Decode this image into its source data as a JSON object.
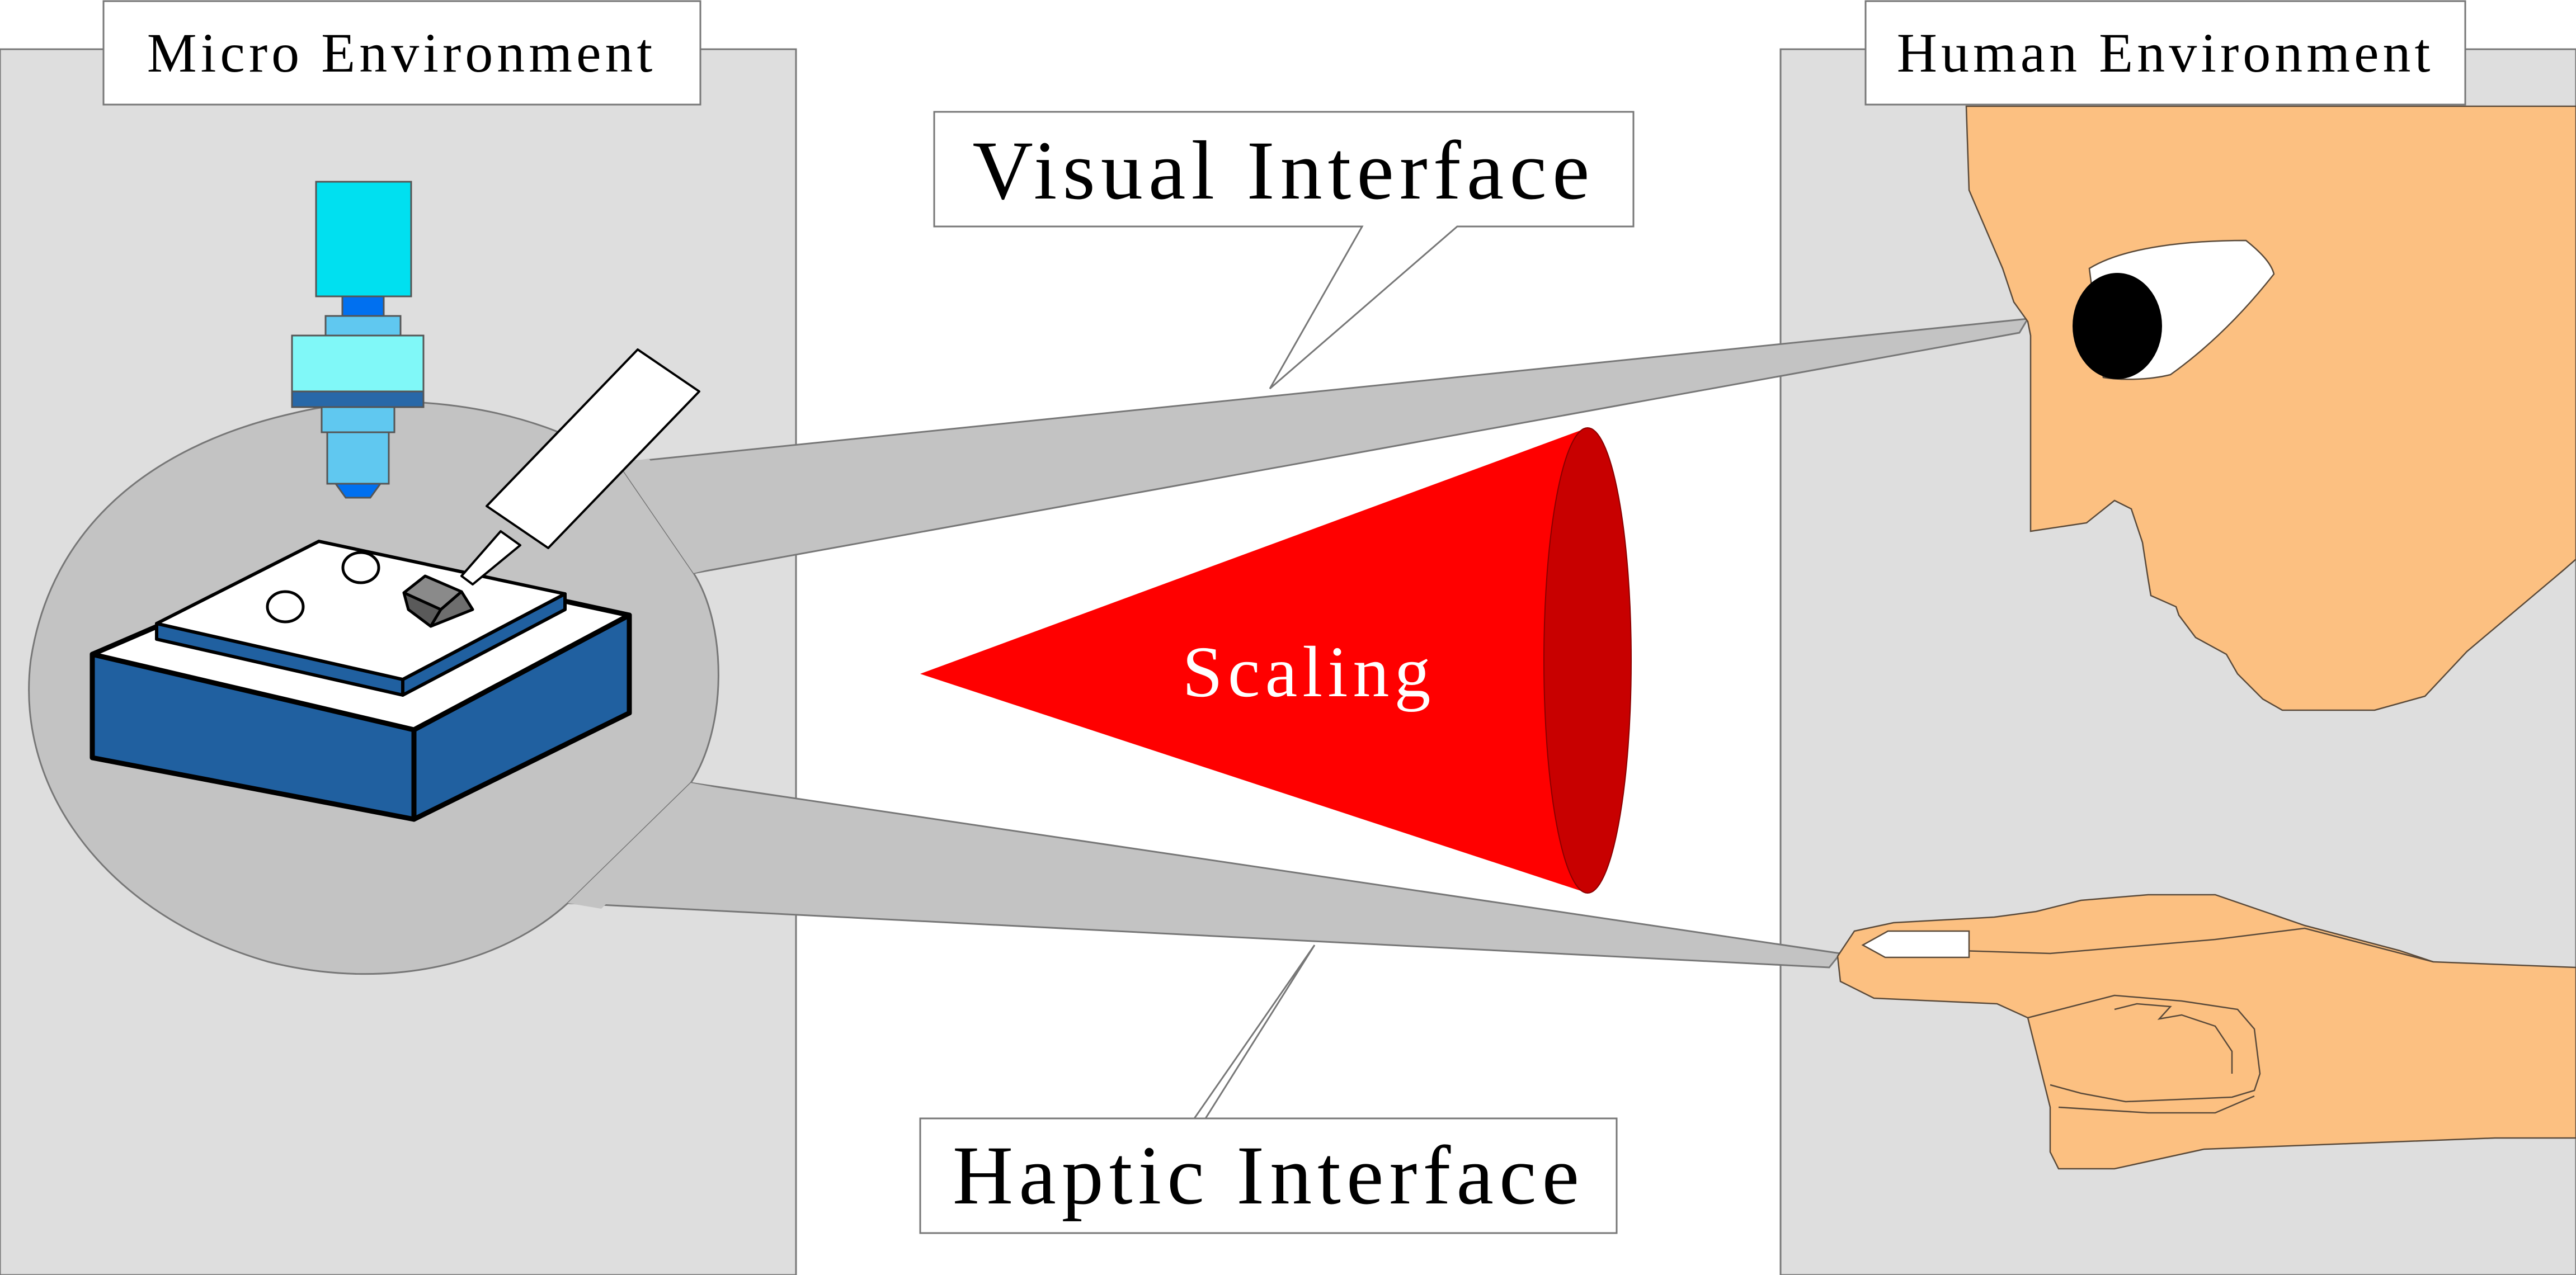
{
  "diagram": {
    "micro_environment_label": "Micro Environment",
    "human_environment_label": "Human Environment",
    "visual_interface_label": "Visual Interface",
    "haptic_interface_label": "Haptic Interface",
    "scaling_label": "Scaling"
  },
  "colors": {
    "panel": "#dedede",
    "beam": "#c3c3c3",
    "skin": "#fcc081",
    "cone": "#ff0000",
    "cone_base": "#c80000",
    "stage": "#2060a0",
    "camera": "#00e0f0"
  }
}
